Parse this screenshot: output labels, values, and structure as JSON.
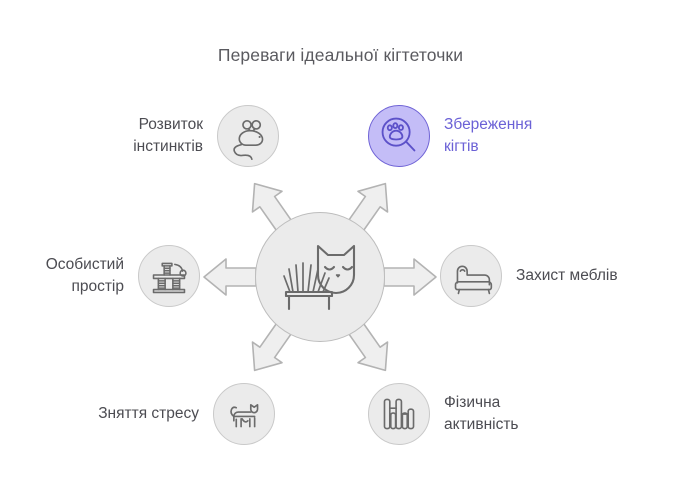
{
  "diagram": {
    "title": "Переваги ідеальної кігтеточки",
    "type": "radial-hub-and-spoke",
    "accent_color": "#6b61d6",
    "accent_fill": "#c4bdf7",
    "node_fill": "#ebebeb",
    "node_border": "#c9c9c9",
    "icon_stroke": "#6b6b6b",
    "text_color": "#4c4c52",
    "title_color": "#5a5a5f",
    "center": {
      "icon": "cat-face-and-scratching-mat-icon",
      "label": ""
    },
    "arrow_count": 6,
    "nodes": [
      {
        "id": "instincts",
        "label": "Розвиток\nінстинктів",
        "icon": "mouse-toy-icon",
        "highlighted": false,
        "label_side": "left"
      },
      {
        "id": "claws",
        "label": "Збереження\nкігтів",
        "icon": "paw-magnifier-icon",
        "highlighted": true,
        "label_side": "right"
      },
      {
        "id": "space",
        "label": "Особистий\nпростір",
        "icon": "cat-tree-icon",
        "highlighted": false,
        "label_side": "left"
      },
      {
        "id": "furniture",
        "label": "Захист меблів",
        "icon": "sofa-icon",
        "highlighted": false,
        "label_side": "right"
      },
      {
        "id": "stress",
        "label": "Зняття стресу",
        "icon": "cat-walking-icon",
        "highlighted": false,
        "label_side": "left"
      },
      {
        "id": "activity",
        "label": "Фізична\nактивність",
        "icon": "agility-bars-icon",
        "highlighted": false,
        "label_side": "right"
      }
    ]
  }
}
